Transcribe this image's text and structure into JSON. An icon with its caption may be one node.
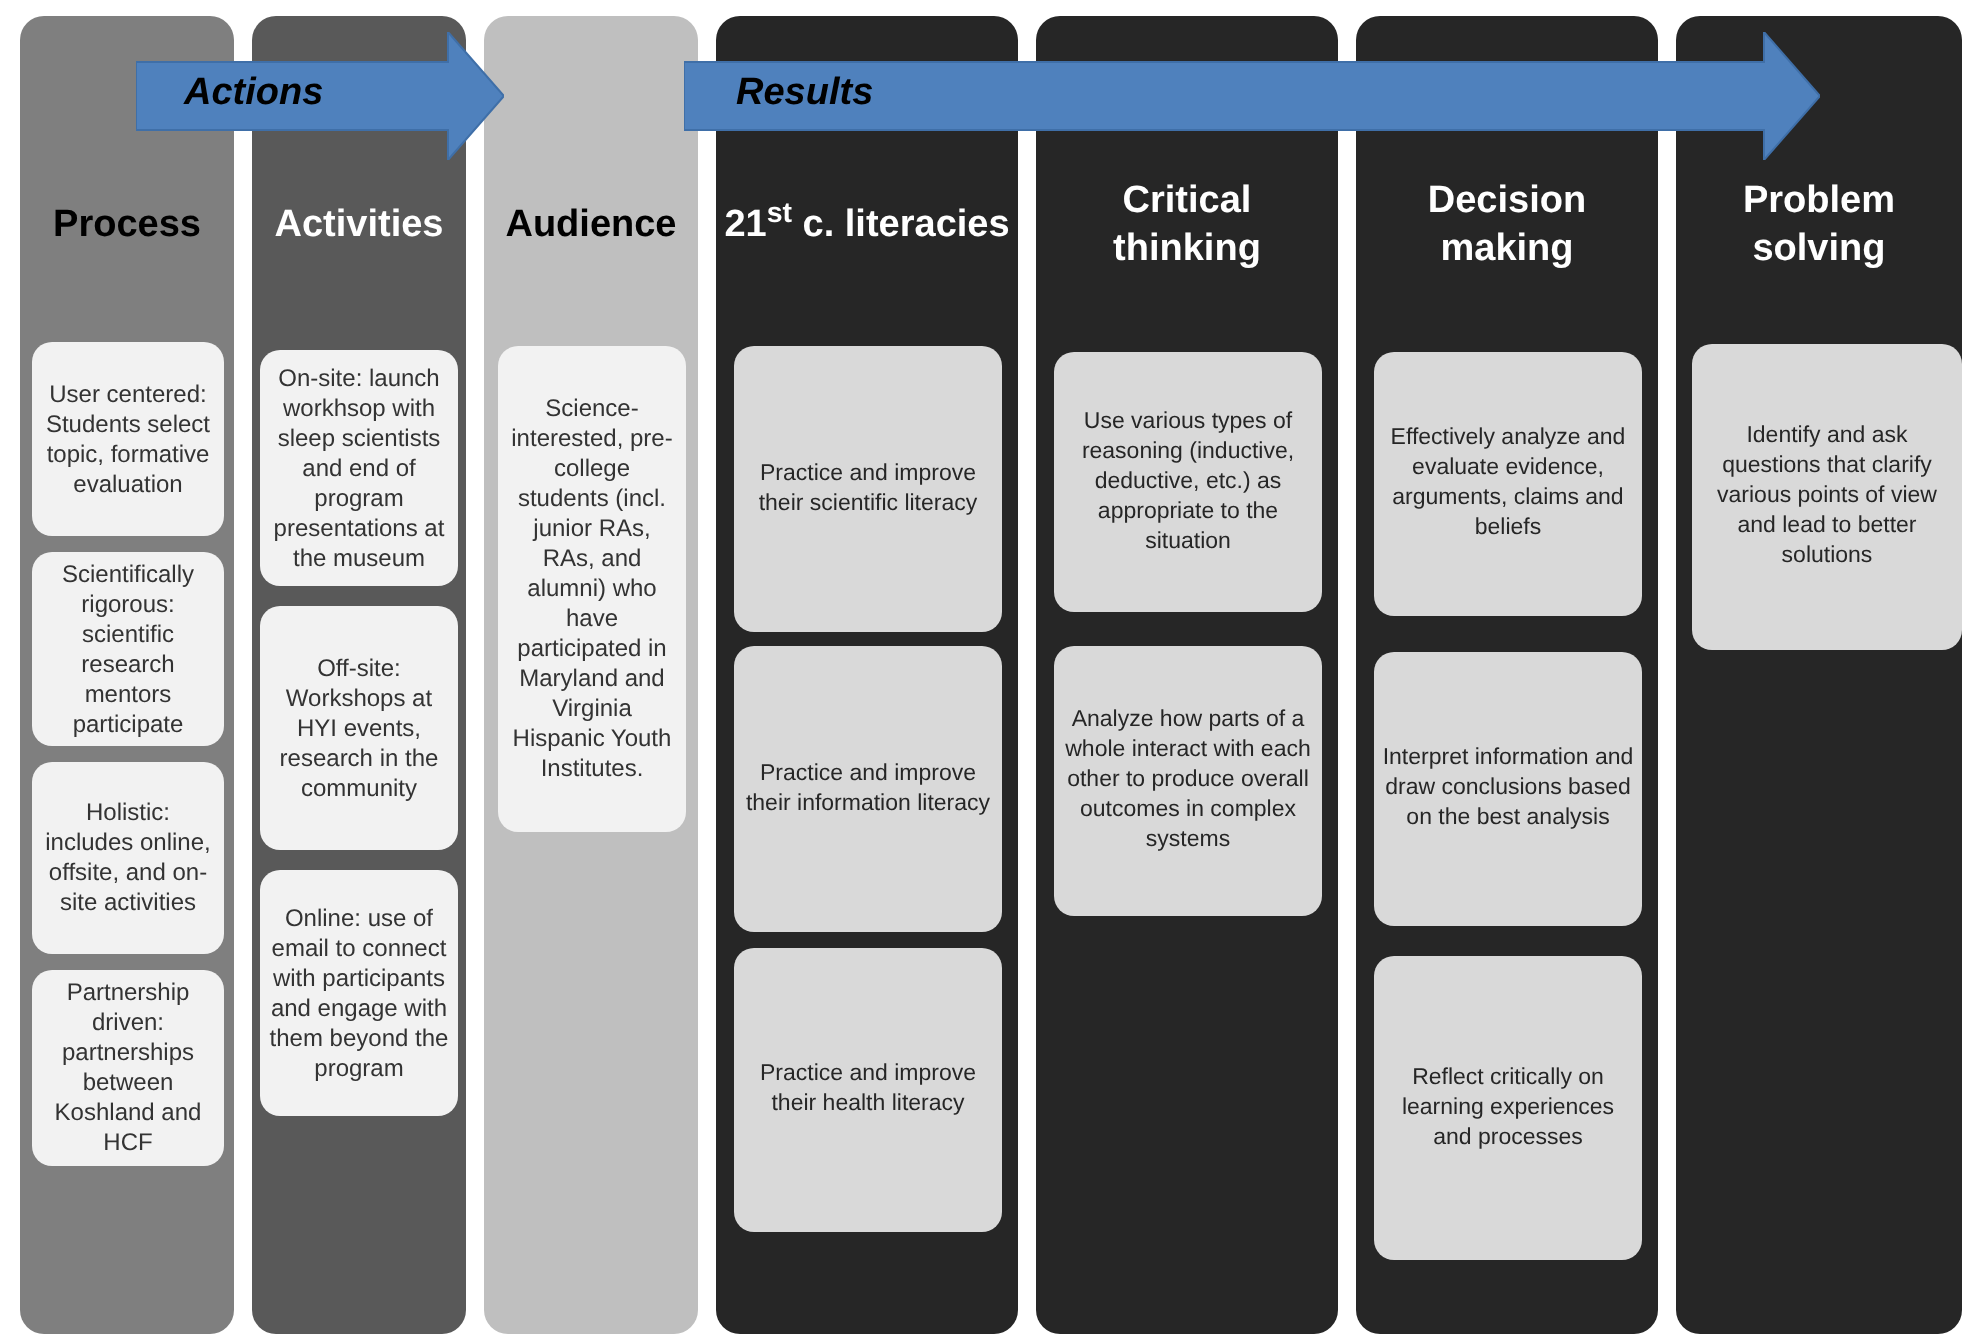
{
  "diagram": {
    "nodes": [
      {
        "text": [
          "Actions"
        ]
      },
      {
        "text": [
          "Results"
        ]
      },
      {
        "text": [
          "Process"
        ]
      },
      {
        "text": [
          "User centered: Students select topic, formative evaluation"
        ],
        "in": 2
      },
      {
        "text": [
          "Scientifically rigorous: scientific research mentors participate"
        ],
        "in": 2
      },
      {
        "text": [
          "Holistic: includes online, offsite, and on-site activities"
        ],
        "in": 2
      },
      {
        "text": [
          "Partnership driven: partnerships between Koshland and HCF"
        ],
        "in": 2
      },
      {
        "text": [
          "Activities"
        ]
      },
      {
        "text": [
          "On-site: launch workhsop with sleep scientists and end of program presentations at the museum"
        ],
        "in": 7
      },
      {
        "text": [
          "Off-site: Workshops at HYI events, research in the community"
        ],
        "in": 7
      },
      {
        "text": [
          "Online: use of email to connect with participants and engage with them beyond the program"
        ],
        "in": 7
      },
      {
        "text": [
          "Audience"
        ]
      },
      {
        "text": [
          "Science-interested, pre-college students (incl. junior RAs, RAs, and alumni) who have participated in Maryland and Virginia Hispanic Youth Institutes."
        ],
        "in": 11
      },
      {
        "text": [
          "21$^{st}$ c. literacies"
        ]
      },
      {
        "text": [
          "Practice and improve their scientific literacy"
        ],
        "in": 13
      },
      {
        "text": [
          "Practice and improve their information literacy"
        ],
        "in": 13
      },
      {
        "text": [
          "Practice and improve their health literacy"
        ],
        "in": 13
      },
      {
        "text": [
          "Critical thinking"
        ]
      },
      {
        "text": [
          "Use various types of reasoning (inductive, deductive, etc.) as appropriate to the situation"
        ],
        "in": 17
      },
      {
        "text": [
          "Analyze how parts of a whole interact with each other to produce overall outcomes in complex systems"
        ],
        "in": 17
      },
      {
        "text": [
          "Decision making"
        ]
      },
      {
        "text": [
          "Effectively analyze and evaluate evidence, arguments, claims and beliefs"
        ],
        "in": 20
      },
      {
        "text": [
          "Interpret information and draw conclusions based on the best analysis"
        ],
        "in": 20
      },
      {
        "text": [
          "Reflect critically on learning experiences and processes"
        ],
        "in": 20
      },
      {
        "text": [
          "Problem solving"
        ]
      },
      {
        "text": [
          "Identify and ask questions that clarify various points of view and lead to better solutions"
        ],
        "in": 24
      }
    ]
  }
}
